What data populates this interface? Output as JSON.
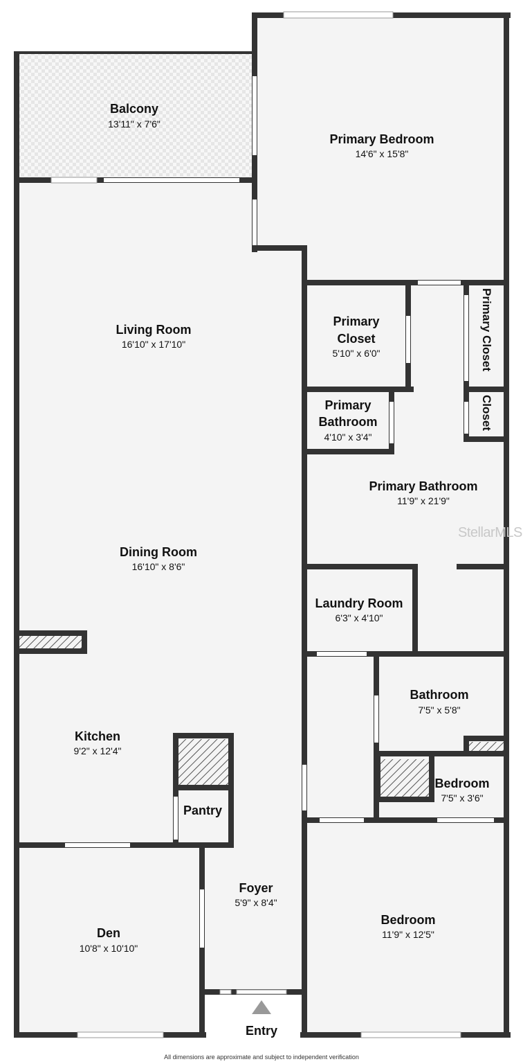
{
  "rooms": {
    "balcony": {
      "name": "Balcony",
      "dim": "13'11\" x 7'6\""
    },
    "primary_bedroom": {
      "name": "Primary Bedroom",
      "dim": "14'6\" x 15'8\""
    },
    "living_room": {
      "name": "Living Room",
      "dim": "16'10\" x 17'10\""
    },
    "primary_closet_1": {
      "name_line1": "Primary",
      "name_line2": "Closet",
      "dim": "5'10\" x 6'0\""
    },
    "primary_closet_vertical": {
      "name": "Primary Closet"
    },
    "closet_vertical": {
      "name": "Closet"
    },
    "primary_bathroom_small": {
      "name_line1": "Primary",
      "name_line2": "Bathroom",
      "dim": "4'10\" x 3'4\""
    },
    "primary_bathroom": {
      "name": "Primary Bathroom",
      "dim": "11'9\" x 21'9\""
    },
    "dining_room": {
      "name": "Dining Room",
      "dim": "16'10\" x 8'6\""
    },
    "laundry_room": {
      "name": "Laundry Room",
      "dim": "6'3\" x 4'10\""
    },
    "bathroom": {
      "name": "Bathroom",
      "dim": "7'5\" x 5'8\""
    },
    "kitchen": {
      "name": "Kitchen",
      "dim": "9'2\" x 12'4\""
    },
    "bedroom_small": {
      "name": "Bedroom",
      "dim": "7'5\" x 3'6\""
    },
    "pantry": {
      "name": "Pantry"
    },
    "foyer": {
      "name": "Foyer",
      "dim": "5'9\" x 8'4\""
    },
    "den": {
      "name": "Den",
      "dim": "10'8\" x 10'10\""
    },
    "bedroom": {
      "name": "Bedroom",
      "dim": "11'9\" x 12'5\""
    },
    "entry": {
      "name": "Entry"
    }
  },
  "watermark": "StellarMLS",
  "footer": "All dimensions are approximate and subject to independent verification",
  "colors": {
    "wall": "#333333",
    "floor": "#f4f4f4",
    "window": "#ffffff",
    "hatch": "#555555"
  }
}
